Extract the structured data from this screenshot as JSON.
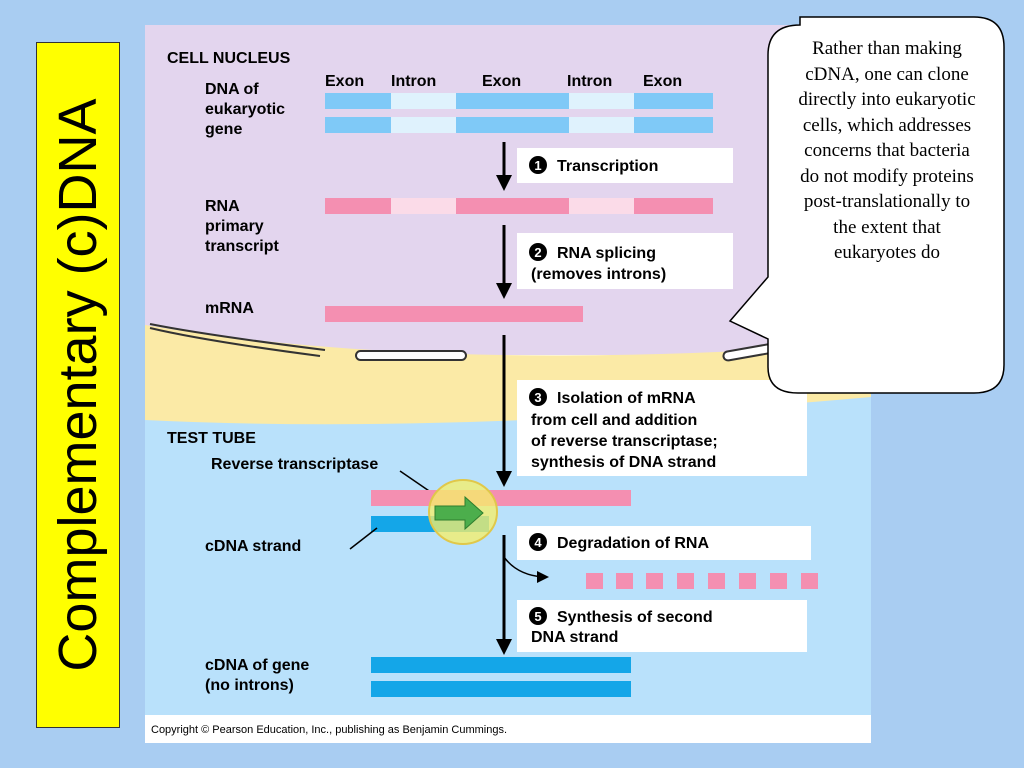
{
  "slide_title": "Complementary (c)DNA",
  "nucleus_label": "CELL NUCLEUS",
  "test_tube_label": "TEST TUBE",
  "gene_segments": [
    "Exon",
    "Intron",
    "Exon",
    "Intron",
    "Exon"
  ],
  "molecule_labels": {
    "dna_gene": [
      "DNA of",
      "eukaryotic",
      "gene"
    ],
    "rna_primary": [
      "RNA",
      "primary",
      "transcript"
    ],
    "mrna": "mRNA",
    "reverse_transcriptase": "Reverse transcriptase",
    "cdna_strand": "cDNA strand",
    "cdna_gene": [
      "cDNA of gene",
      "(no introns)"
    ]
  },
  "steps": [
    {
      "num": "1",
      "lines": [
        "Transcription"
      ]
    },
    {
      "num": "2",
      "lines": [
        "RNA splicing",
        "(removes introns)"
      ]
    },
    {
      "num": "3",
      "lines": [
        "Isolation of mRNA",
        "from cell and addition",
        "of reverse transcriptase;",
        "synthesis of DNA strand"
      ]
    },
    {
      "num": "4",
      "lines": [
        "Degradation of RNA"
      ]
    },
    {
      "num": "5",
      "lines": [
        "Synthesis of second",
        "DNA strand"
      ]
    }
  ],
  "copyright": "Copyright © Pearson Education, Inc., publishing as Benjamin Cummings.",
  "callout_text": "Rather than making cDNA, one can clone directly into eukaryotic cells, which addresses concerns that bacteria do not modify proteins post-translationally to the extent that eukaryotes do",
  "colors": {
    "background": "#a9cdf2",
    "title_bar": "#ffff00",
    "nucleus": "#e3d5ee",
    "membrane": "#fbeaa6",
    "test_tube": "#b9e1fb",
    "exon_dna": "#7fc9f7",
    "intron_dna": "#dff2fd",
    "exon_rna": "#f48fb1",
    "intron_rna": "#fbdbe8",
    "cdna": "#14a6e8",
    "enzyme": "#f5ee6a",
    "green_arrow": "#4cae4c"
  }
}
